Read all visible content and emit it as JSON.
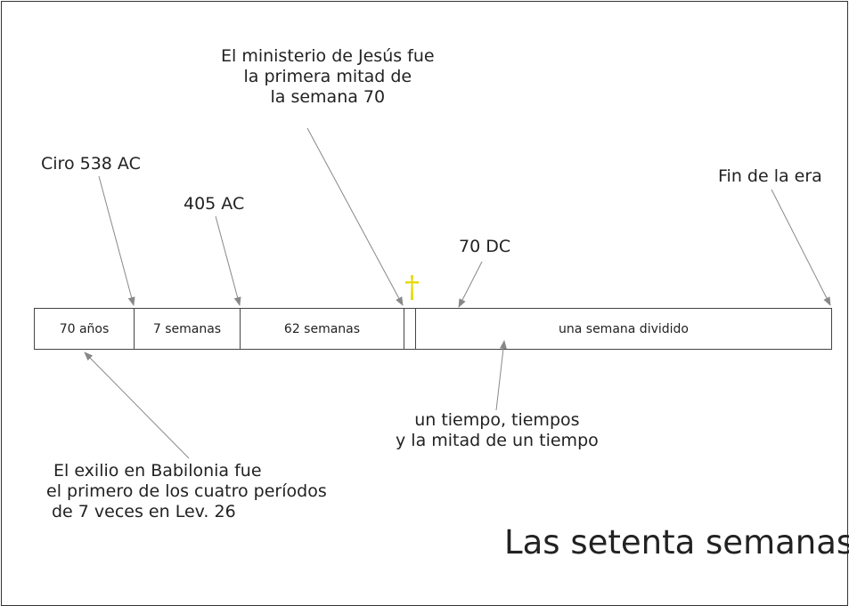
{
  "diagram": {
    "title": "Las setenta semanas",
    "annotations": {
      "ciro": "Ciro 538 AC",
      "ac405": "405 AC",
      "ministerio": [
        "El ministerio de Jesús fue",
        "la primera mitad de",
        "la semana 70"
      ],
      "dc70": "70 DC",
      "fin": "Fin de la era",
      "tiempo": [
        "un tiempo, tiempos",
        "y la mitad de un tiempo"
      ],
      "exilio": [
        "El exilio en Babilonia fue",
        "el primero de los cuatro períodos",
        "de 7 veces en Lev. 26"
      ]
    },
    "segments": [
      "70 años",
      "7 semanas",
      "62 semanas",
      "",
      "una semana dividido"
    ],
    "cross_symbol": "†",
    "colors": {
      "cross": "#ffff00",
      "arrow": "#888888",
      "border": "#444444"
    }
  }
}
